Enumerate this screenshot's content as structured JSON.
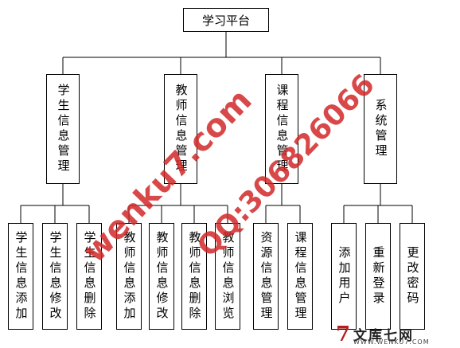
{
  "diagram": {
    "root": "学习平台",
    "branches": [
      {
        "label": "学生信息管理",
        "children": [
          "学生信息添加",
          "学生信息修改",
          "学生信息删除"
        ]
      },
      {
        "label": "教师信息管理",
        "children": [
          "教师信息添加",
          "教师信息修改",
          "教师信息删除",
          "教师信息浏览"
        ]
      },
      {
        "label": "课程信息管理",
        "children": [
          "资源信息管理",
          "课程信息管理"
        ]
      },
      {
        "label": "系统管理",
        "children": [
          "添加用户",
          "重新登录",
          "更改密码"
        ]
      }
    ]
  },
  "watermarks": {
    "diagonal_1": "wenku7.com",
    "diagonal_2": "QQ:306826066",
    "logo_text": "文库七网",
    "logo_url": "WWW.WENKU7.COM"
  },
  "colors": {
    "line": "#000000",
    "watermark": "#d22828",
    "logo_red": "#b21f1f"
  }
}
